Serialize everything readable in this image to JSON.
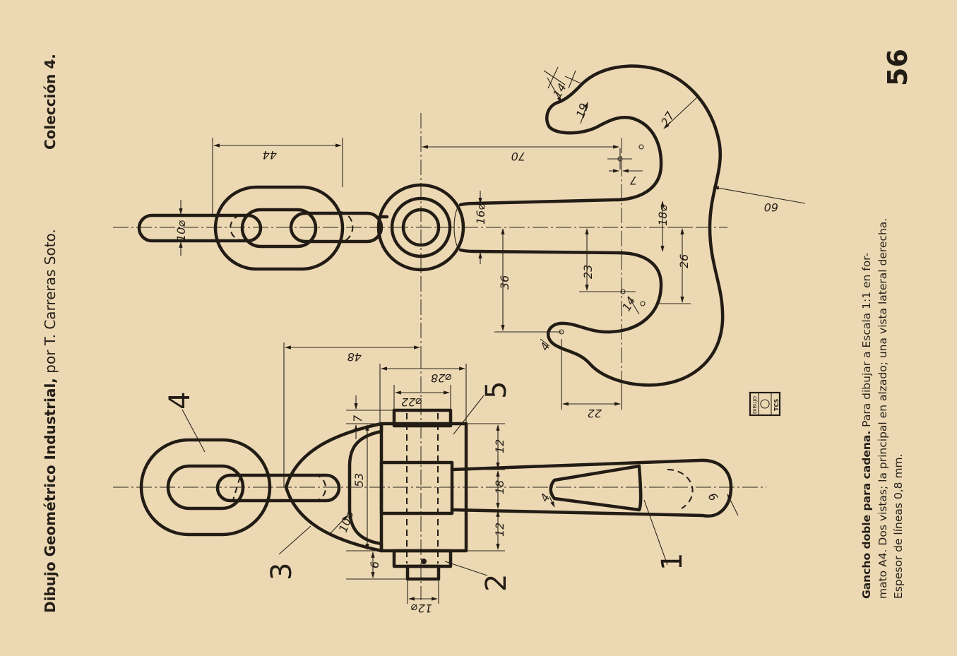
{
  "header": {
    "book_title": "Dibujo Geométrico Industrial,",
    "author": " por T. Carreras Soto.",
    "collection": "Colección 4.",
    "page_number": "56"
  },
  "caption": {
    "title": "Gancho doble para cadena.",
    "line1": "  Para dibujar a Escala 1:1 en for-",
    "line2": "mato A4. Dos vistas; la principal en alzado; una vista lateral derecha.",
    "line3": "Espesor de líneas 0,8 mm."
  },
  "stamp": {
    "top": "DIBUJO",
    "bottom": "TCS"
  },
  "callouts": [
    "1",
    "2",
    "3",
    "4",
    "5"
  ],
  "dimensions": {
    "d44": "44",
    "d70": "70",
    "d10a": "10⌀",
    "d16": "16⌀",
    "d18a": "18⌀",
    "d36": "36",
    "d23": "23",
    "d26": "26",
    "d14a": "14",
    "d19": "19",
    "d27": "27",
    "d7a": "7",
    "d60": "60",
    "d14b": "14",
    "d4a": "4",
    "d22a": "22",
    "d48": "48",
    "d28": "⌀28",
    "d22b": "⌀22",
    "d7b": "7",
    "d12a": "12",
    "d18b": "18",
    "d12b": "12",
    "d53": "53",
    "d10b": "10⌀",
    "d6a": "6",
    "d12c": "12⌀",
    "d4b": "4",
    "d6b": "6"
  },
  "colors": {
    "paper": "#ecd9b4",
    "ink": "#221c15"
  }
}
